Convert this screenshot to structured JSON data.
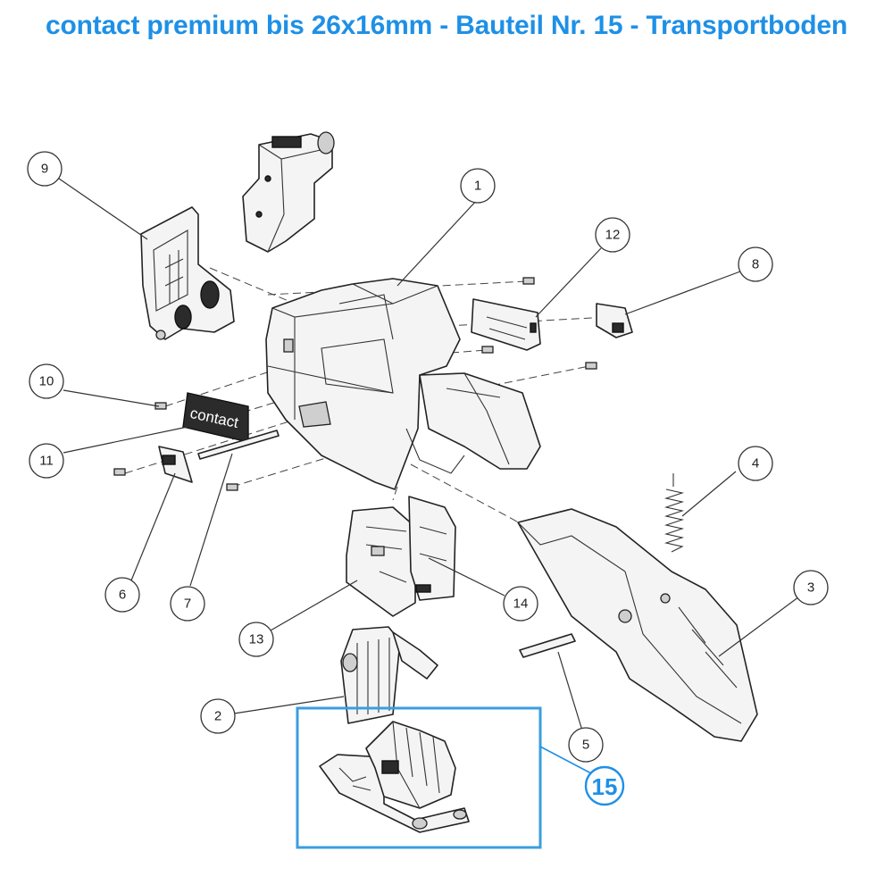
{
  "title": "contact premium bis 26x16mm - Bauteil Nr. 15 - Transportboden",
  "accent_color": "#1e90e6",
  "highlighted_part": "15",
  "callouts": [
    "1",
    "2",
    "3",
    "4",
    "5",
    "6",
    "7",
    "8",
    "9",
    "10",
    "11",
    "12",
    "13",
    "14"
  ],
  "part_label_contact": "contact"
}
